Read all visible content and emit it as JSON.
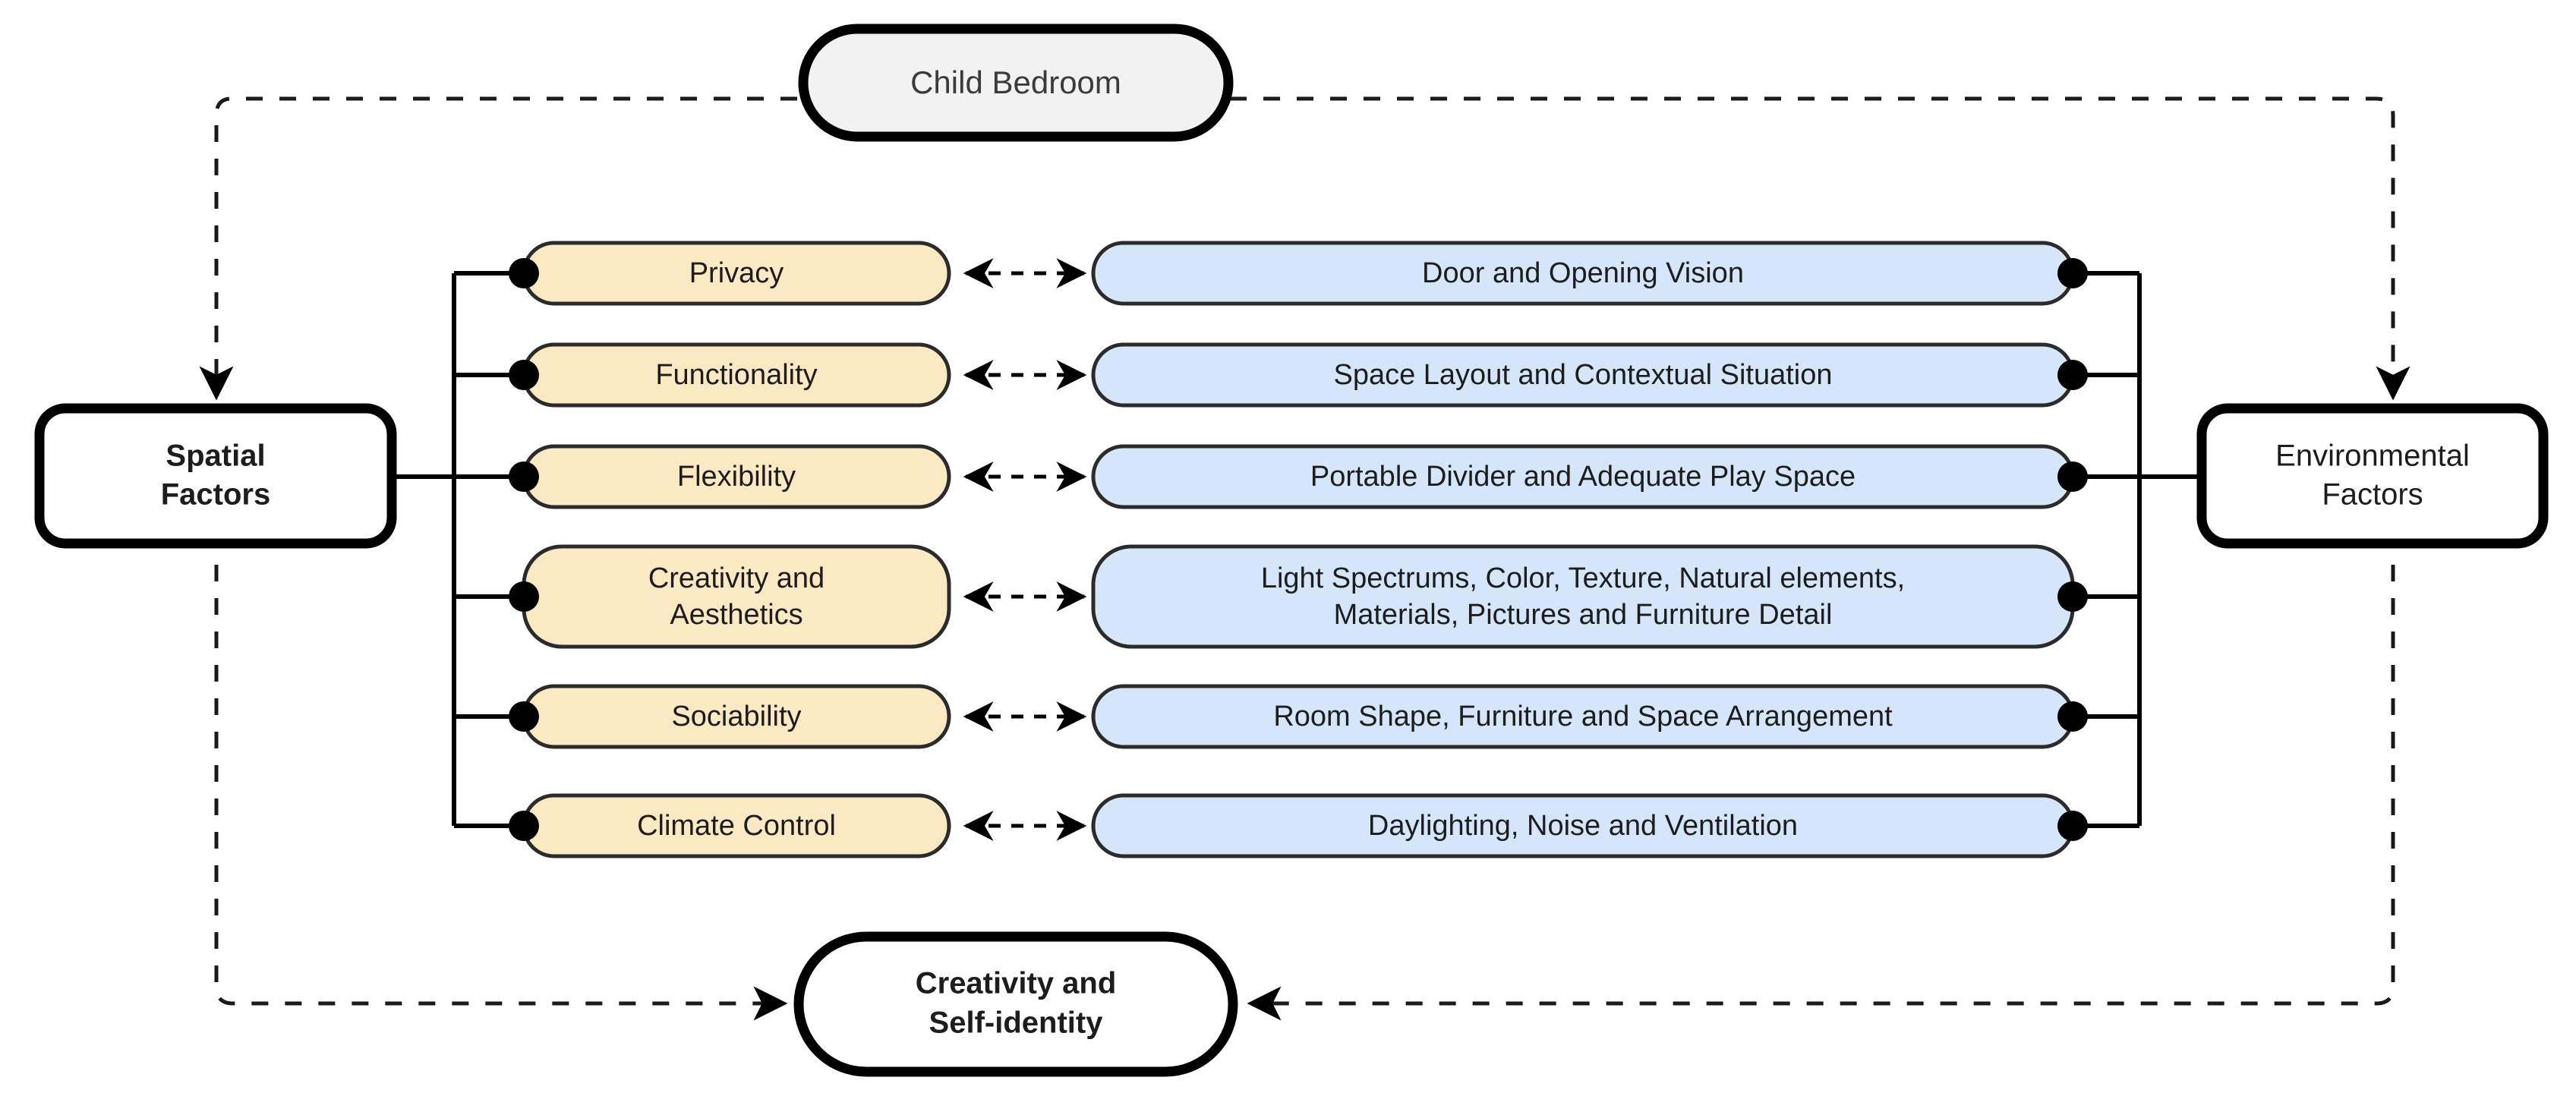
{
  "diagram": {
    "title": "Child Bedroom design factors diagram",
    "root_node": {
      "label": "Child Bedroom",
      "fill": "#f2f2f2",
      "stroke": "#000000"
    },
    "left_anchor": {
      "label_line1": "Spatial",
      "label_line2": "Factors",
      "fill": "#ffffff",
      "stroke": "#000000"
    },
    "right_anchor": {
      "label_line1": "Environmental",
      "label_line2": "Factors",
      "fill": "#ffffff",
      "stroke": "#000000"
    },
    "bottom_node": {
      "label_line1": "Creativity and",
      "label_line2": "Self-identity",
      "fill": "#ffffff",
      "stroke": "#000000"
    },
    "colors": {
      "spatial_pill_fill": "#fbe9c4",
      "spatial_pill_stroke": "#2b2b2b",
      "environmental_pill_fill": "#d5e6fa",
      "environmental_pill_stroke": "#2b2b2b",
      "connector": "#000000",
      "dashed_frame": "#1a1a1a",
      "background": "#ffffff"
    },
    "rows": [
      {
        "spatial": "Privacy",
        "environmental": "Door and Opening Vision",
        "environmental_line2": ""
      },
      {
        "spatial": "Functionality",
        "environmental": "Space Layout and Contextual Situation",
        "environmental_line2": ""
      },
      {
        "spatial": "Flexibility",
        "environmental": "Portable Divider and Adequate Play Space",
        "environmental_line2": ""
      },
      {
        "spatial": "Creativity and",
        "spatial_line2": "Aesthetics",
        "environmental": "Light Spectrums, Color, Texture, Natural elements,",
        "environmental_line2": "Materials, Pictures and Furniture Detail"
      },
      {
        "spatial": "Sociability",
        "environmental": "Room Shape, Furniture and Space Arrangement",
        "environmental_line2": ""
      },
      {
        "spatial": "Climate Control",
        "environmental": "Daylighting, Noise and Ventilation",
        "environmental_line2": ""
      }
    ]
  }
}
